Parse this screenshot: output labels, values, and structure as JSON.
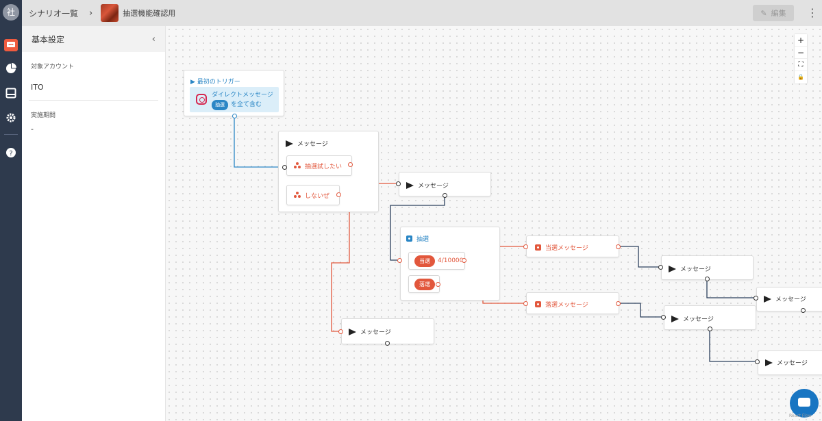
{
  "colors": {
    "rail": "#2e3a4d",
    "accent": "#e2573c",
    "trigger_blue": "#2a86c5",
    "edge_dark": "#2b3f5c"
  },
  "rail": {
    "avatar_text": "社",
    "icons": [
      "chat-icon",
      "pie-chart-icon",
      "inbox-icon",
      "gear-icon",
      "help-icon"
    ]
  },
  "topbar": {
    "breadcrumb_root": "シナリオ一覧",
    "scenario_title": "抽選機能確認用",
    "edit_label": "編集"
  },
  "panel": {
    "title": "基本設定",
    "account_label": "対象アカウント",
    "account_value": "ITO",
    "period_label": "実施期間",
    "period_value": "-"
  },
  "canvas": {
    "trigger": {
      "head": "▶ 最初のトリガー",
      "line1": "ダイレクトメッセージ",
      "tag": "抽選",
      "line2": "を全て含む"
    },
    "msg_node_1": {
      "title": "メッセージ",
      "buttons": [
        "抽選試したい",
        "しないぜ"
      ]
    },
    "msg_node_2": {
      "title": "メッセージ"
    },
    "lottery_node": {
      "title": "抽選",
      "win_pill": "当選",
      "win_odds": "4/10000",
      "lose_pill": "落選"
    },
    "win_msg": {
      "title": "当選メッセージ"
    },
    "lose_msg": {
      "title": "落選メッセージ"
    },
    "msg_after_win": {
      "title": "メッセージ"
    },
    "msg_after_lose": {
      "title": "メッセージ"
    },
    "msg_far_1": {
      "title": "メッセージ"
    },
    "msg_far_2": {
      "title": "メッセージ"
    },
    "msg_no": {
      "title": "メッセージ"
    },
    "zoom_controls": [
      "+",
      "−",
      "⛶",
      "🔒"
    ],
    "footer_text": "React Flow"
  }
}
